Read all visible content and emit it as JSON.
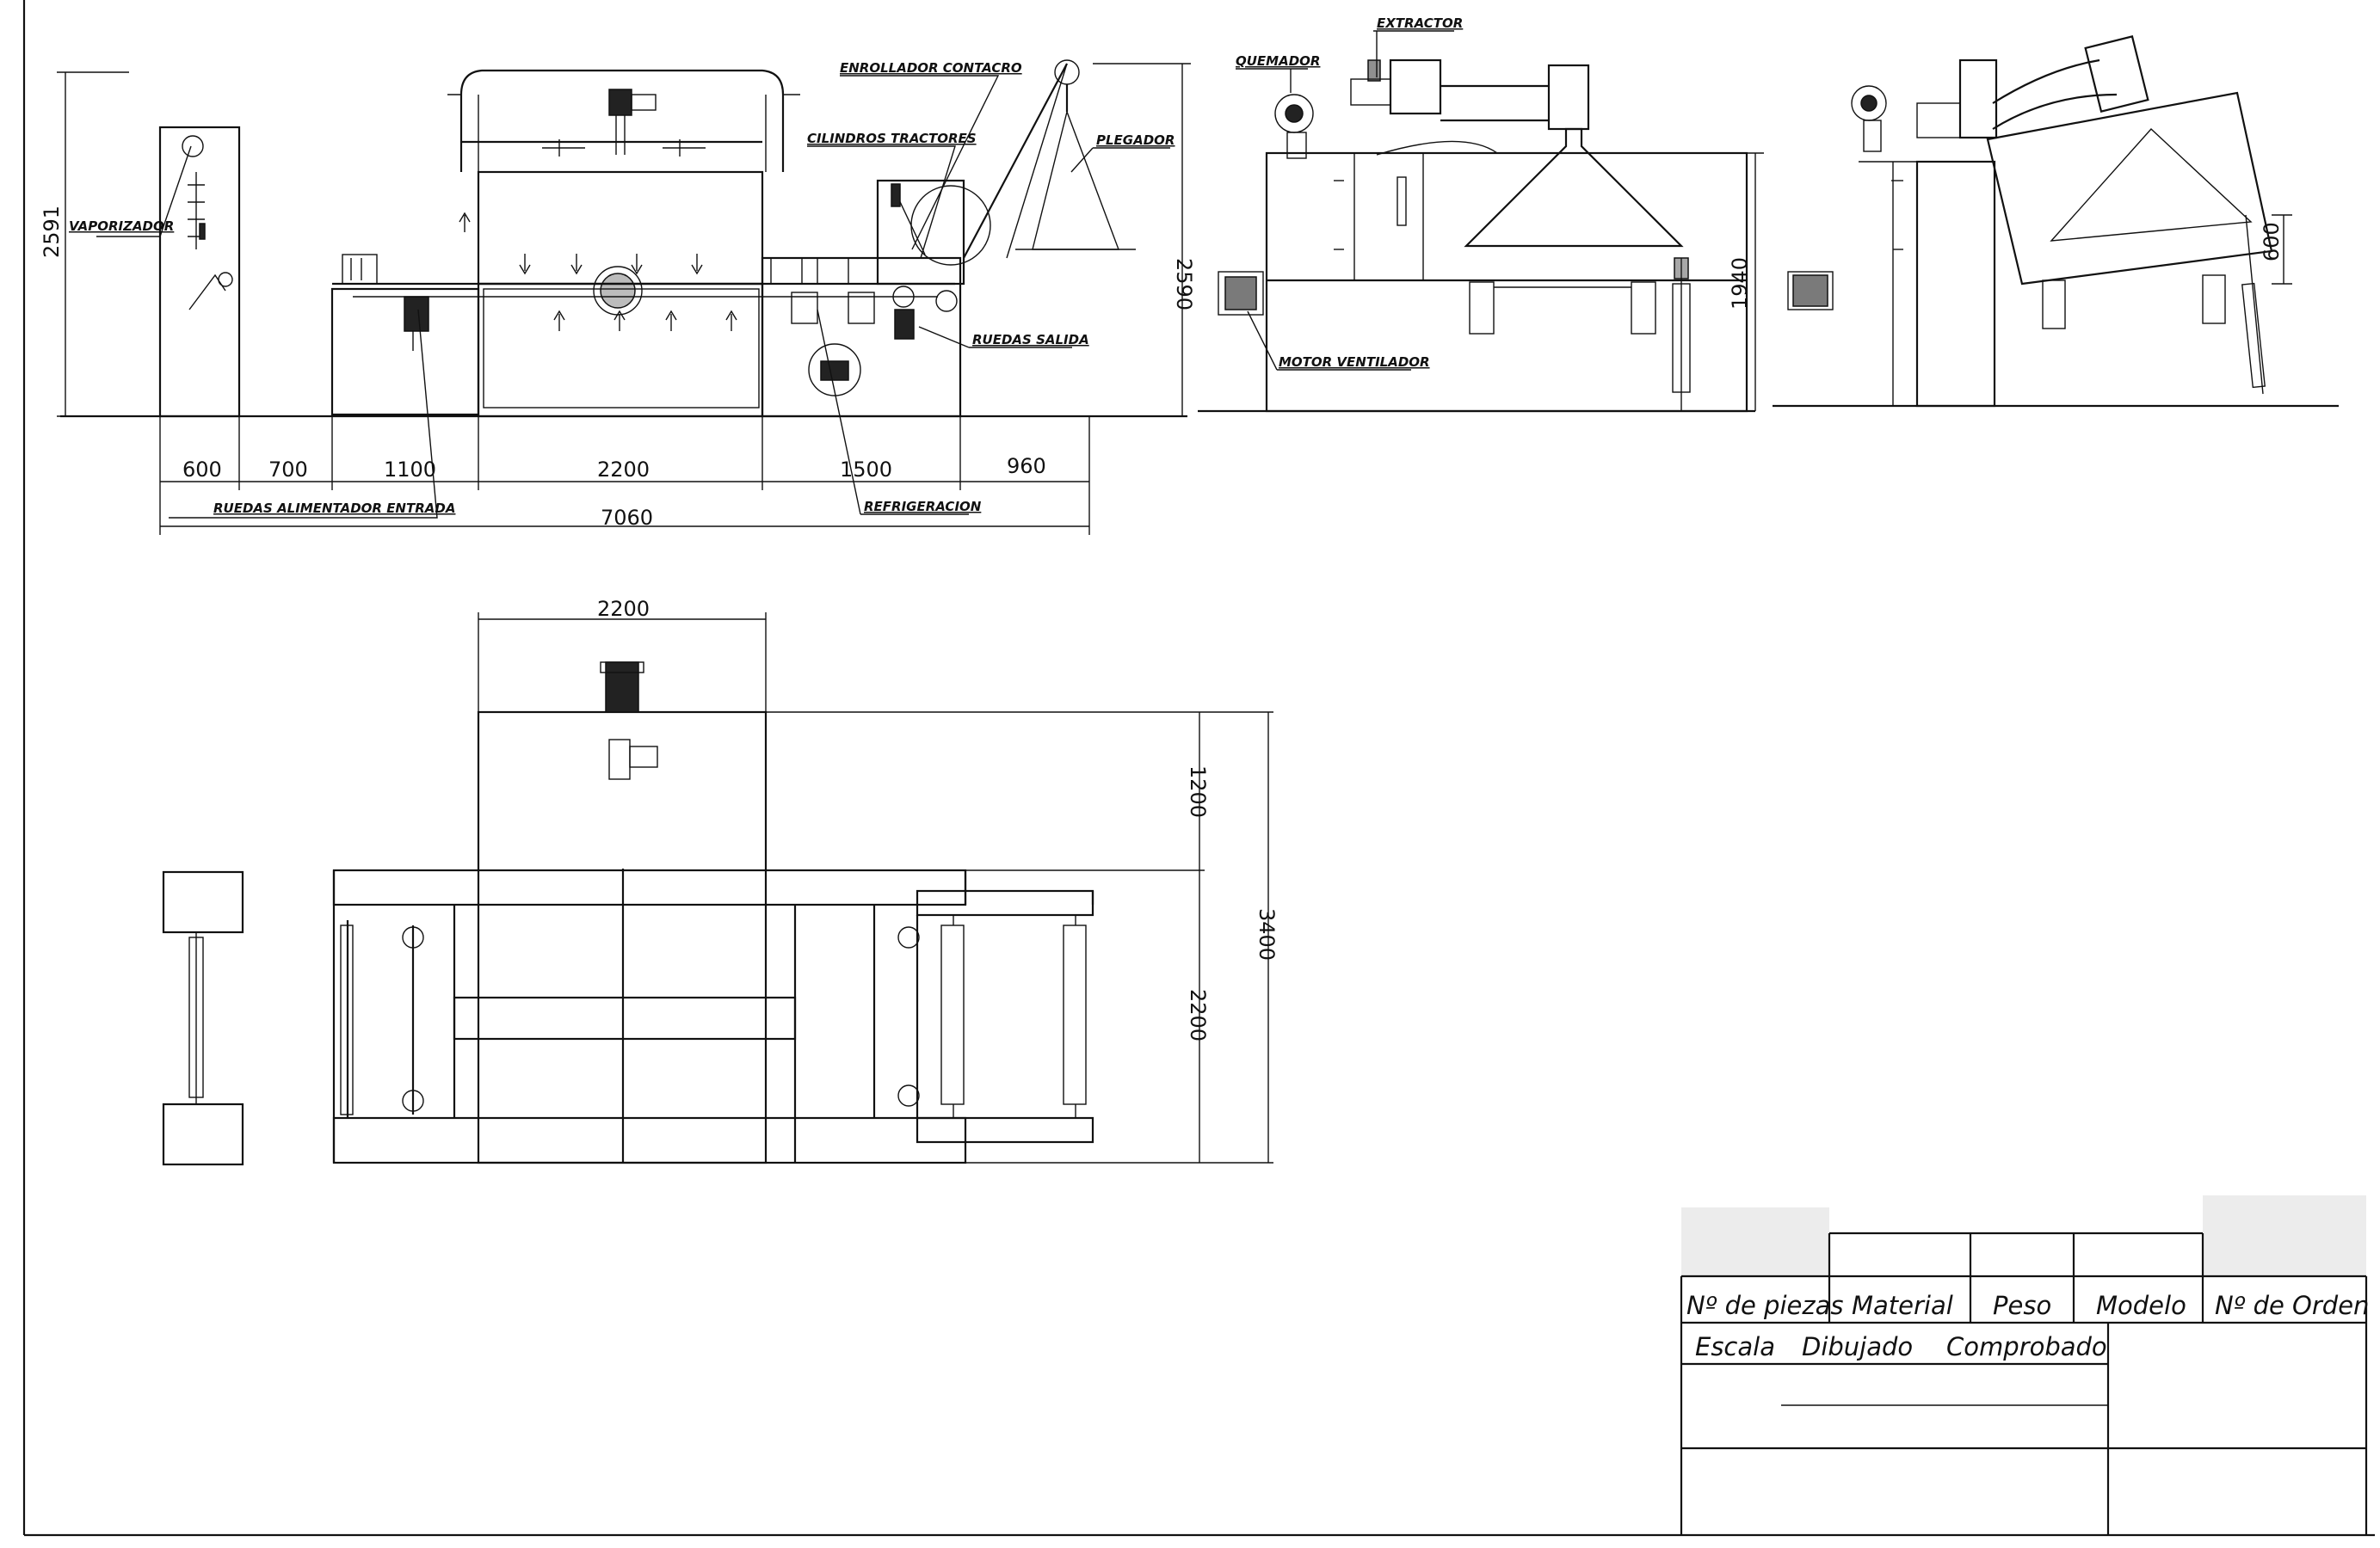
{
  "labels": {
    "vaporizador": "VAPORIZADOR",
    "enrollador": "ENROLLADOR CONTACRO",
    "cilindros": "CILINDROS TRACTORES",
    "plegador": "PLEGADOR",
    "ruedas_salida": "RUEDAS SALIDA",
    "ruedas_entrada": "RUEDAS ALIMENTADOR ENTRADA",
    "refrigeracion": "REFRIGERACION",
    "extractor": "EXTRACTOR",
    "quemador": "QUEMADOR",
    "motor_ventilador": "MOTOR VENTILADOR"
  },
  "dimensions": {
    "height_left": "2591",
    "height_right": "2590",
    "seg_1": "600",
    "seg_2": "700",
    "seg_3": "1100",
    "seg_4": "2200",
    "seg_5": "1500",
    "seg_6": "960",
    "total_length": "7060",
    "side_height": "1940",
    "tilt_height": "600",
    "plan_width": "2200",
    "plan_upper": "1200",
    "plan_lower": "2200",
    "plan_total": "3400"
  },
  "title_block": {
    "n_piezas": "Nº de piezas",
    "material": "Material",
    "peso": "Peso",
    "modelo": "Modelo",
    "n_orden": "Nº de Orden",
    "escala": "Escala",
    "dibujado": "Dibujado",
    "comprobado": "Comprobado"
  }
}
